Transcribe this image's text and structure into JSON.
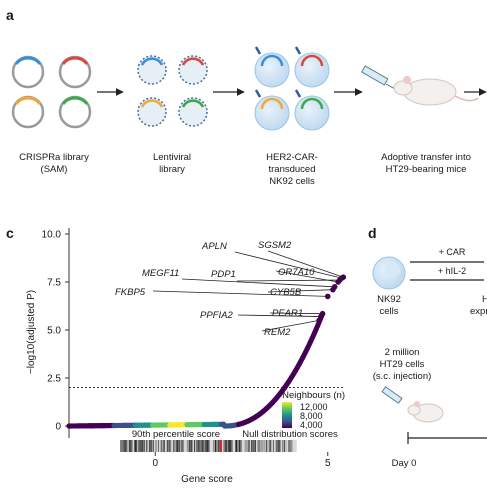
{
  "panels": {
    "a": {
      "letter": "a",
      "steps": [
        {
          "line1": "CRISPRa library",
          "line2": "(SAM)",
          "line3": ""
        },
        {
          "line1": "Lentiviral",
          "line2": "library",
          "line3": ""
        },
        {
          "line1": "HER2-CAR-",
          "line2": "transduced",
          "line3": "NK92 cells"
        },
        {
          "line1": "Adoptive transfer into",
          "line2": "HT29-bearing mice",
          "line3": ""
        }
      ]
    },
    "c": {
      "letter": "c",
      "ylabel": "−log10(adjusted P)",
      "xlabel": "Gene score",
      "threshold_label": "90th percentile score",
      "null_label": "Null distribution scores",
      "legend": {
        "title": "Neighbours (n)",
        "levels": [
          "12,000",
          "8,000",
          "4,000"
        ],
        "colors": [
          "#fde725",
          "#21918c",
          "#440154"
        ]
      }
    },
    "d": {
      "letter": "d",
      "step_labels": [
        "+ CAR",
        "+ hIL-2"
      ],
      "cell_label": [
        "NK92",
        "cells"
      ],
      "cut_label": [
        "HE",
        "expr"
      ],
      "inject_label": [
        "2 million",
        "HT29 cells",
        "(s.c. injection)"
      ],
      "timeline_label": "Day 0"
    }
  },
  "chart_data": {
    "type": "scatter",
    "title": "",
    "xlabel": "Gene score",
    "ylabel": "−log10(adjusted P)",
    "xlim": [
      -2.5,
      5.5
    ],
    "ylim": [
      -0.4,
      10
    ],
    "x_ticks": [
      "0",
      "5"
    ],
    "y_ticks": [
      "0",
      "2.5",
      "5.0",
      "7.5",
      "10.0"
    ],
    "threshold_y": 2.0,
    "legend_placement": "bottom-right",
    "labelled_genes": [
      {
        "name": "APLN",
        "x": 5.4,
        "y": 7.7
      },
      {
        "name": "SGSM2",
        "x": 5.45,
        "y": 7.75
      },
      {
        "name": "OR7A10",
        "x": 5.3,
        "y": 7.5
      },
      {
        "name": "PDP1",
        "x": 5.35,
        "y": 7.6
      },
      {
        "name": "MEGF11",
        "x": 5.2,
        "y": 7.25
      },
      {
        "name": "CYB5B",
        "x": 5.15,
        "y": 7.1
      },
      {
        "name": "FKBP5",
        "x": 5.0,
        "y": 6.75
      },
      {
        "name": "PEAR1",
        "x": 4.85,
        "y": 5.85
      },
      {
        "name": "PPFIA2",
        "x": 4.8,
        "y": 5.7
      },
      {
        "name": "REM2",
        "x": 4.75,
        "y": 5.5
      }
    ]
  }
}
